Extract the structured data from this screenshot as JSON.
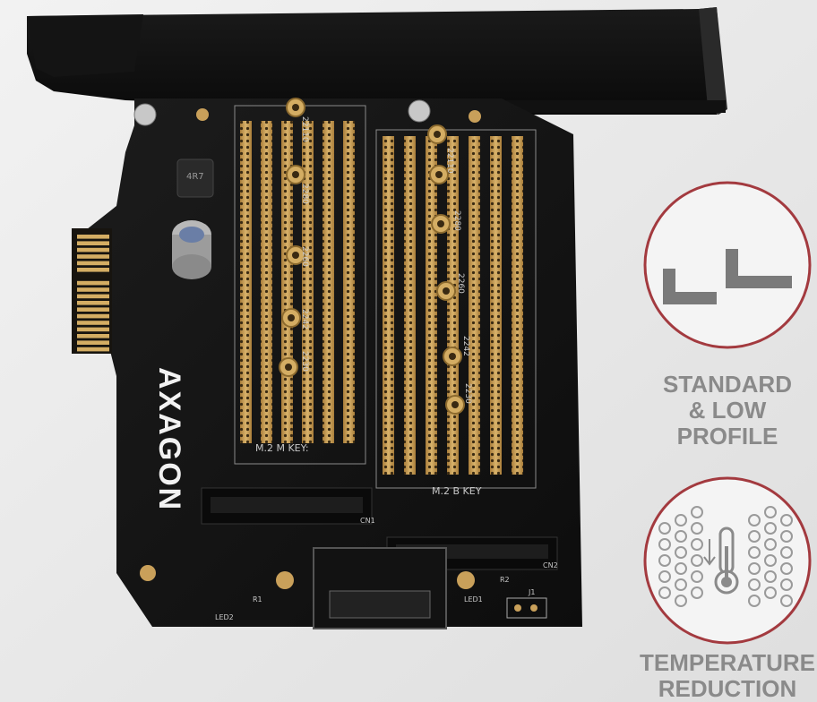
{
  "product": {
    "brand": "AXAGON",
    "slots": [
      {
        "label": "M.2  M  KEY:",
        "connector": "CN1",
        "sizes": [
          "2230",
          "2242",
          "2260",
          "2280",
          "22110"
        ]
      },
      {
        "label": "M.2  B  KEY",
        "connector": "CN2",
        "sizes": [
          "2230",
          "2242",
          "2260",
          "2280",
          "22110"
        ]
      }
    ],
    "components": {
      "inductor": "4R7",
      "leds": [
        "LED1",
        "LED2"
      ],
      "resistors": [
        "R1",
        "R2"
      ],
      "jumper": "J1"
    }
  },
  "features": [
    {
      "icon": "bracket-profile-icon",
      "lines": [
        "STANDARD",
        "& LOW",
        "PROFILE"
      ]
    },
    {
      "icon": "thermometer-icon",
      "lines": [
        "TEMPERATURE",
        "REDUCTION"
      ]
    }
  ],
  "colors": {
    "background": "#eaeaea",
    "pcb": "#141414",
    "gold": "#c9a05a",
    "accent_red": "#a33a3f",
    "label_gray": "#8a8a8a"
  }
}
